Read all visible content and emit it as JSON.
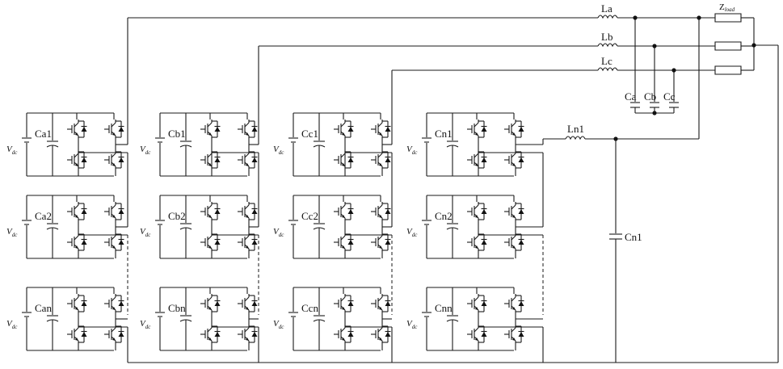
{
  "vdc_label": {
    "main": "V",
    "sub": "dc"
  },
  "groups": [
    {
      "cells": [
        {
          "cap": "Ca1"
        },
        {
          "cap": "Ca2"
        },
        {
          "cap": "Can"
        }
      ]
    },
    {
      "cells": [
        {
          "cap": "Cb1"
        },
        {
          "cap": "Cb2"
        },
        {
          "cap": "Cbn"
        }
      ]
    },
    {
      "cells": [
        {
          "cap": "Cc1"
        },
        {
          "cap": "Cc2"
        },
        {
          "cap": "Ccn"
        }
      ]
    },
    {
      "cells": [
        {
          "cap": "Cn1"
        },
        {
          "cap": "Cn2"
        },
        {
          "cap": "Cnn"
        }
      ]
    }
  ],
  "filter": {
    "inductors": [
      "La",
      "Lb",
      "Lc"
    ],
    "capacitors": [
      "Ca",
      "Cb",
      "Cc"
    ],
    "neutral_inductor": "Ln1",
    "neutral_capacitor": "Cn1"
  },
  "load": {
    "main": "Z",
    "sub": "load"
  }
}
